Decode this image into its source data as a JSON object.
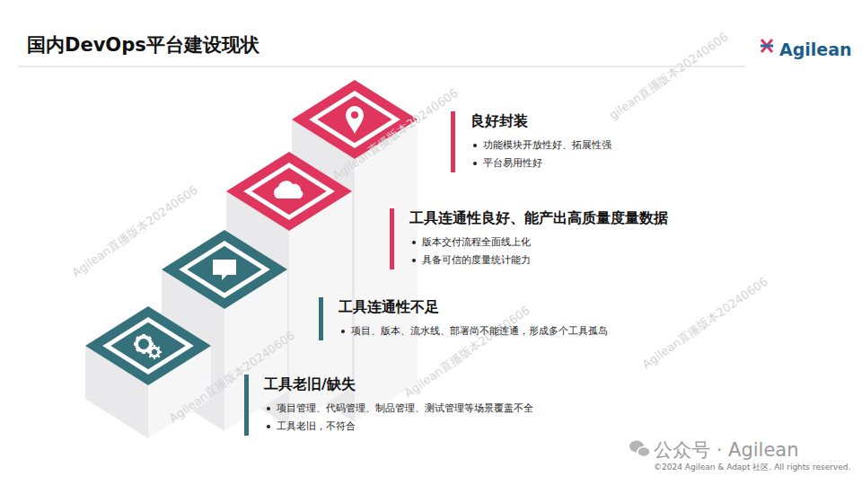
{
  "diagram": {
    "title": "国内DevOps平台建设现状",
    "nodes": [
      {
        "text": [
          "良好封装",
          "功能模块开放性好、拓展性强",
          "平台易用性好"
        ]
      },
      {
        "text": [
          "工具连通性良好、能产出高质量度量数据",
          "版本交付流程全面线上化",
          "具备可信的度量统计能力"
        ]
      },
      {
        "text": [
          "工具连通性不足",
          "项目、版本、流水线、部署尚不能连通，形成多个工具孤岛"
        ]
      },
      {
        "text": [
          "工具老旧/缺失",
          "项目管理、代码管理、制品管理、测试管理等场景覆盖不全",
          "工具老旧，不符合"
        ]
      }
    ],
    "labels": [
      "Agilean",
      "Agilean直播版本20240606",
      "gilean直播版本20240606",
      "Agilean直播版本20240606",
      "Agilean直播版本20240606",
      "Agilean直播版本20240606",
      "Agilean直播版本20240606",
      "公众号 · Agilean",
      "©2024 Agilean & Adapt 社区. All rights reserved."
    ]
  }
}
